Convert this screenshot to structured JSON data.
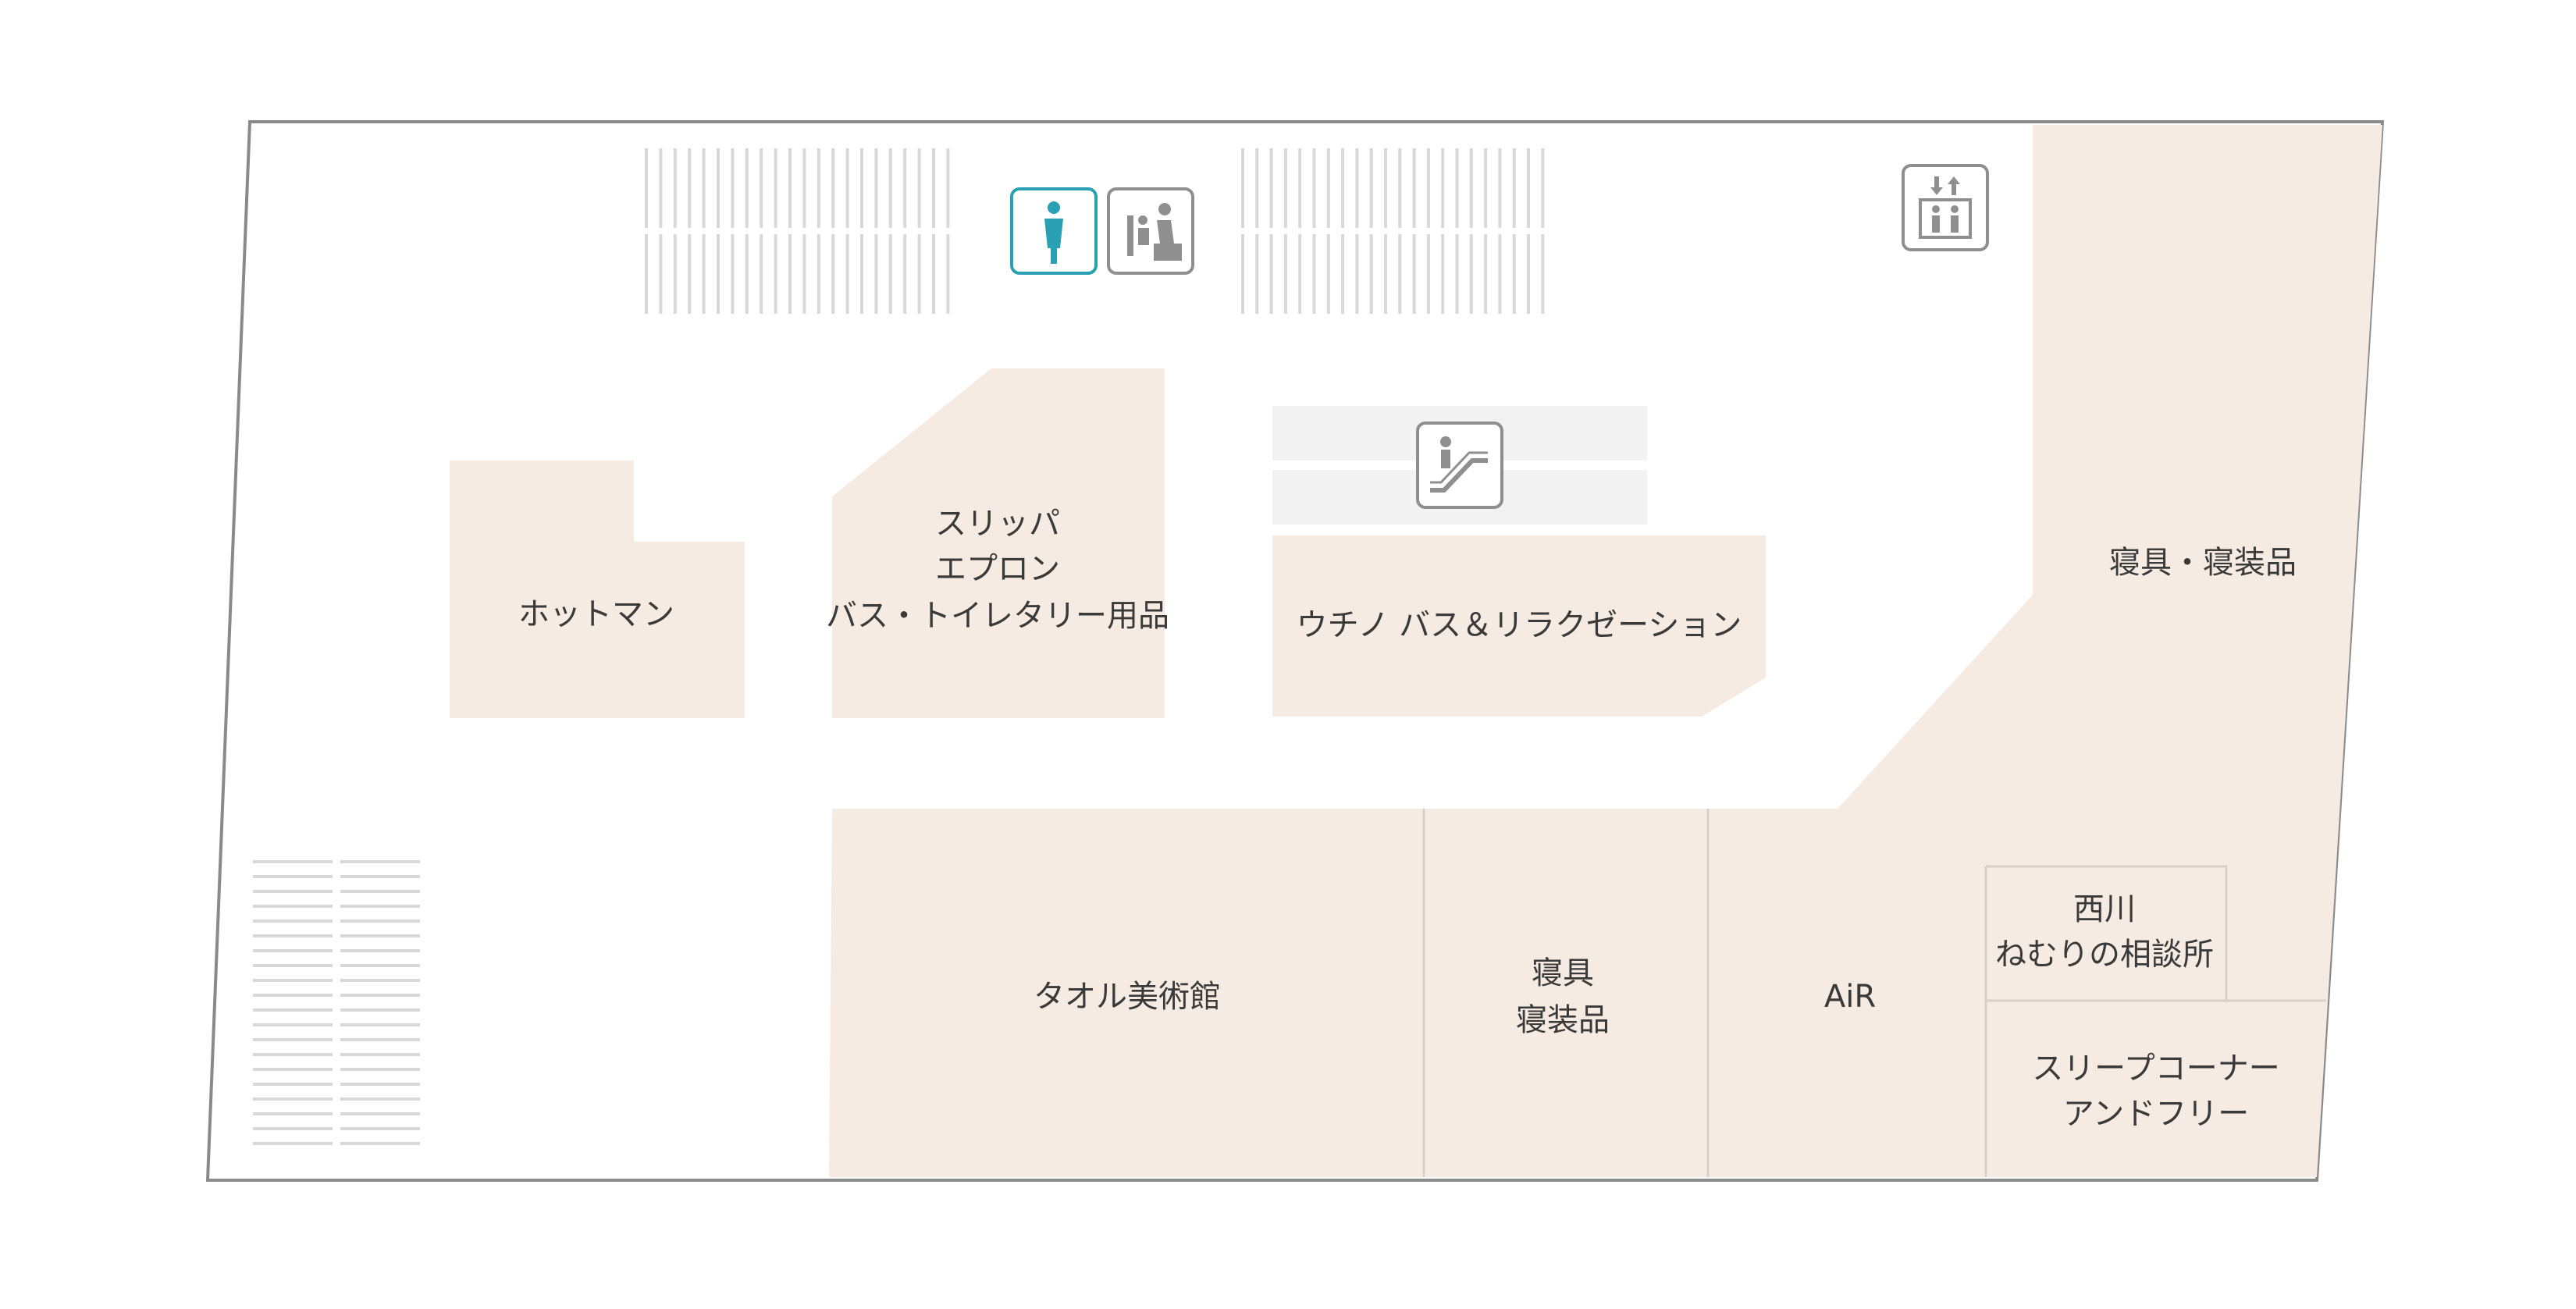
{
  "map": {
    "shops": {
      "hotman": "ホットマン",
      "slipper_line1": "スリッパ",
      "slipper_line2": "エプロン",
      "slipper_line3": "バス・トイレタリー用品",
      "uchino": "ウチノ バス＆リラクゼーション",
      "bedding_right": "寝具・寝装品",
      "towel": "タオル美術館",
      "bedding_line1": "寝具",
      "bedding_line2": "寝装品",
      "air": "AiR",
      "nishikawa_line1": "西川",
      "nishikawa_line2": "ねむりの相談所",
      "sleep_line1": "スリープコーナー",
      "sleep_line2": "アンドフリー"
    },
    "icons": {
      "restroom": "restroom-icon",
      "accessible_restroom": "accessible-restroom-icon",
      "elevator": "elevator-icon",
      "escalator": "escalator-icon"
    },
    "colors": {
      "shop_fill": "#f5ebe3",
      "restroom_accent": "#2aa0b5",
      "icon_gray": "#8f8f8f",
      "outline": "#8a8a8a"
    }
  }
}
